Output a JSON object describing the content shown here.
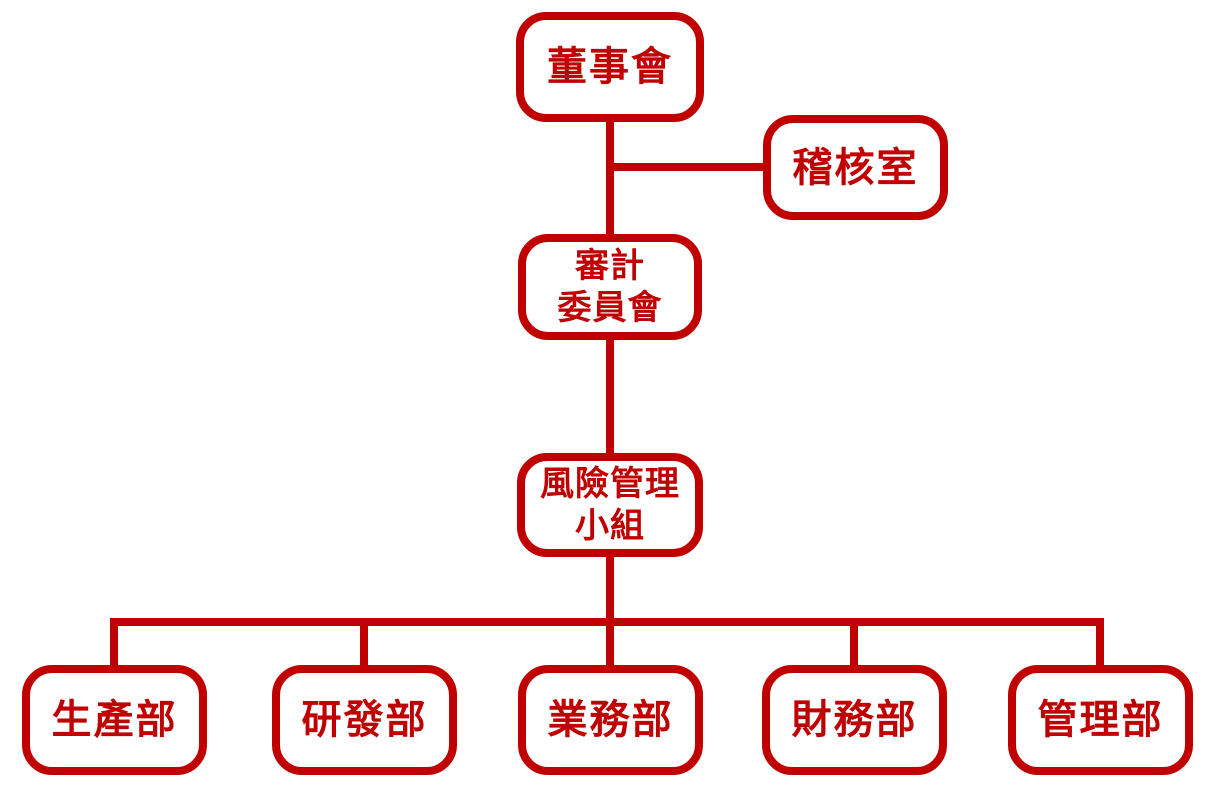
{
  "theme": {
    "accent": "#C00000",
    "background": "#FFFFFF"
  },
  "org_chart": {
    "nodes": {
      "board": {
        "label": "董事會"
      },
      "audit_office": {
        "label": "稽核室"
      },
      "audit_committee": {
        "lines": [
          "審計",
          "委員會"
        ]
      },
      "risk_management_team": {
        "lines": [
          "風險管理",
          "小組"
        ]
      },
      "departments": [
        {
          "label": "生產部"
        },
        {
          "label": "研發部"
        },
        {
          "label": "業務部"
        },
        {
          "label": "財務部"
        },
        {
          "label": "管理部"
        }
      ]
    }
  }
}
